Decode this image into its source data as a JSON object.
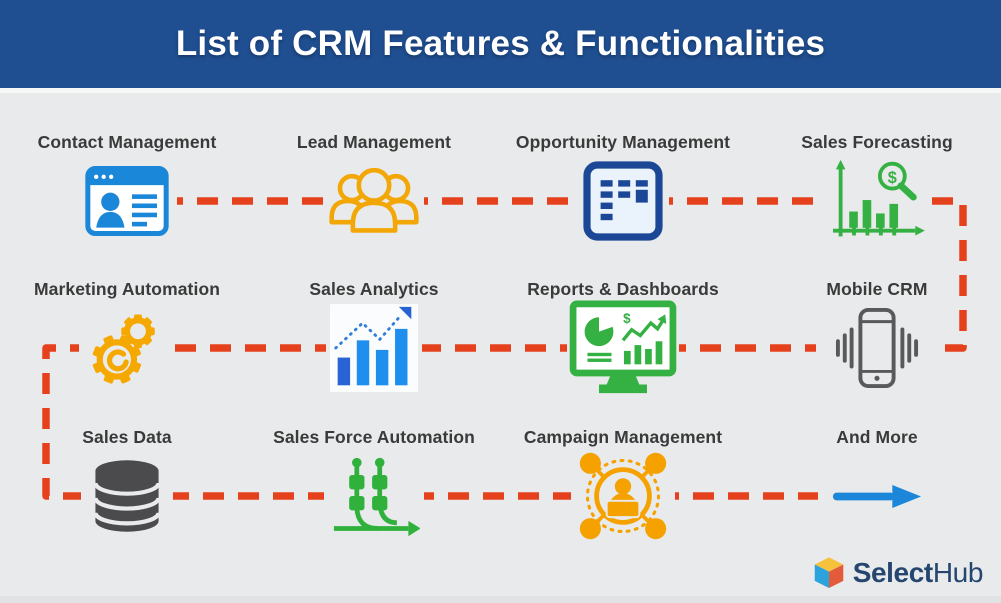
{
  "header": {
    "title": "List of CRM Features & Functionalities",
    "bg_color": "#1F4E91",
    "text_color": "#FFFFFF"
  },
  "features": [
    {
      "label": "Contact Management",
      "icon": "contact-card-icon",
      "color": "#1B87D9"
    },
    {
      "label": "Lead Management",
      "icon": "people-group-icon",
      "color": "#F2A706"
    },
    {
      "label": "Opportunity Management",
      "icon": "kanban-board-icon",
      "color": "#1B4796"
    },
    {
      "label": "Sales Forecasting",
      "icon": "forecast-magnifier-icon",
      "color": "#35B043"
    },
    {
      "label": "Marketing Automation",
      "icon": "gears-icon",
      "color": "#F5A800"
    },
    {
      "label": "Sales Analytics",
      "icon": "bar-chart-trend-icon",
      "color": "#1E8FEF"
    },
    {
      "label": "Reports & Dashboards",
      "icon": "dashboard-monitor-icon",
      "color": "#35B043"
    },
    {
      "label": "Mobile CRM",
      "icon": "smartphone-icon",
      "color": "#58595B"
    },
    {
      "label": "Sales Data",
      "icon": "database-icon",
      "color": "#4B4B4D"
    },
    {
      "label": "Sales Force Automation",
      "icon": "automation-flow-icon",
      "color": "#2FB13C"
    },
    {
      "label": "Campaign Management",
      "icon": "campaign-network-icon",
      "color": "#F5A201"
    },
    {
      "label": "And More",
      "icon": "arrow-right-icon",
      "color": "#1C87D9"
    }
  ],
  "connector": {
    "style": "dashed",
    "color": "#E5411D"
  },
  "footer": {
    "brand_bold": "Select",
    "brand_light": "Hub",
    "brand_color": "#24466F"
  }
}
